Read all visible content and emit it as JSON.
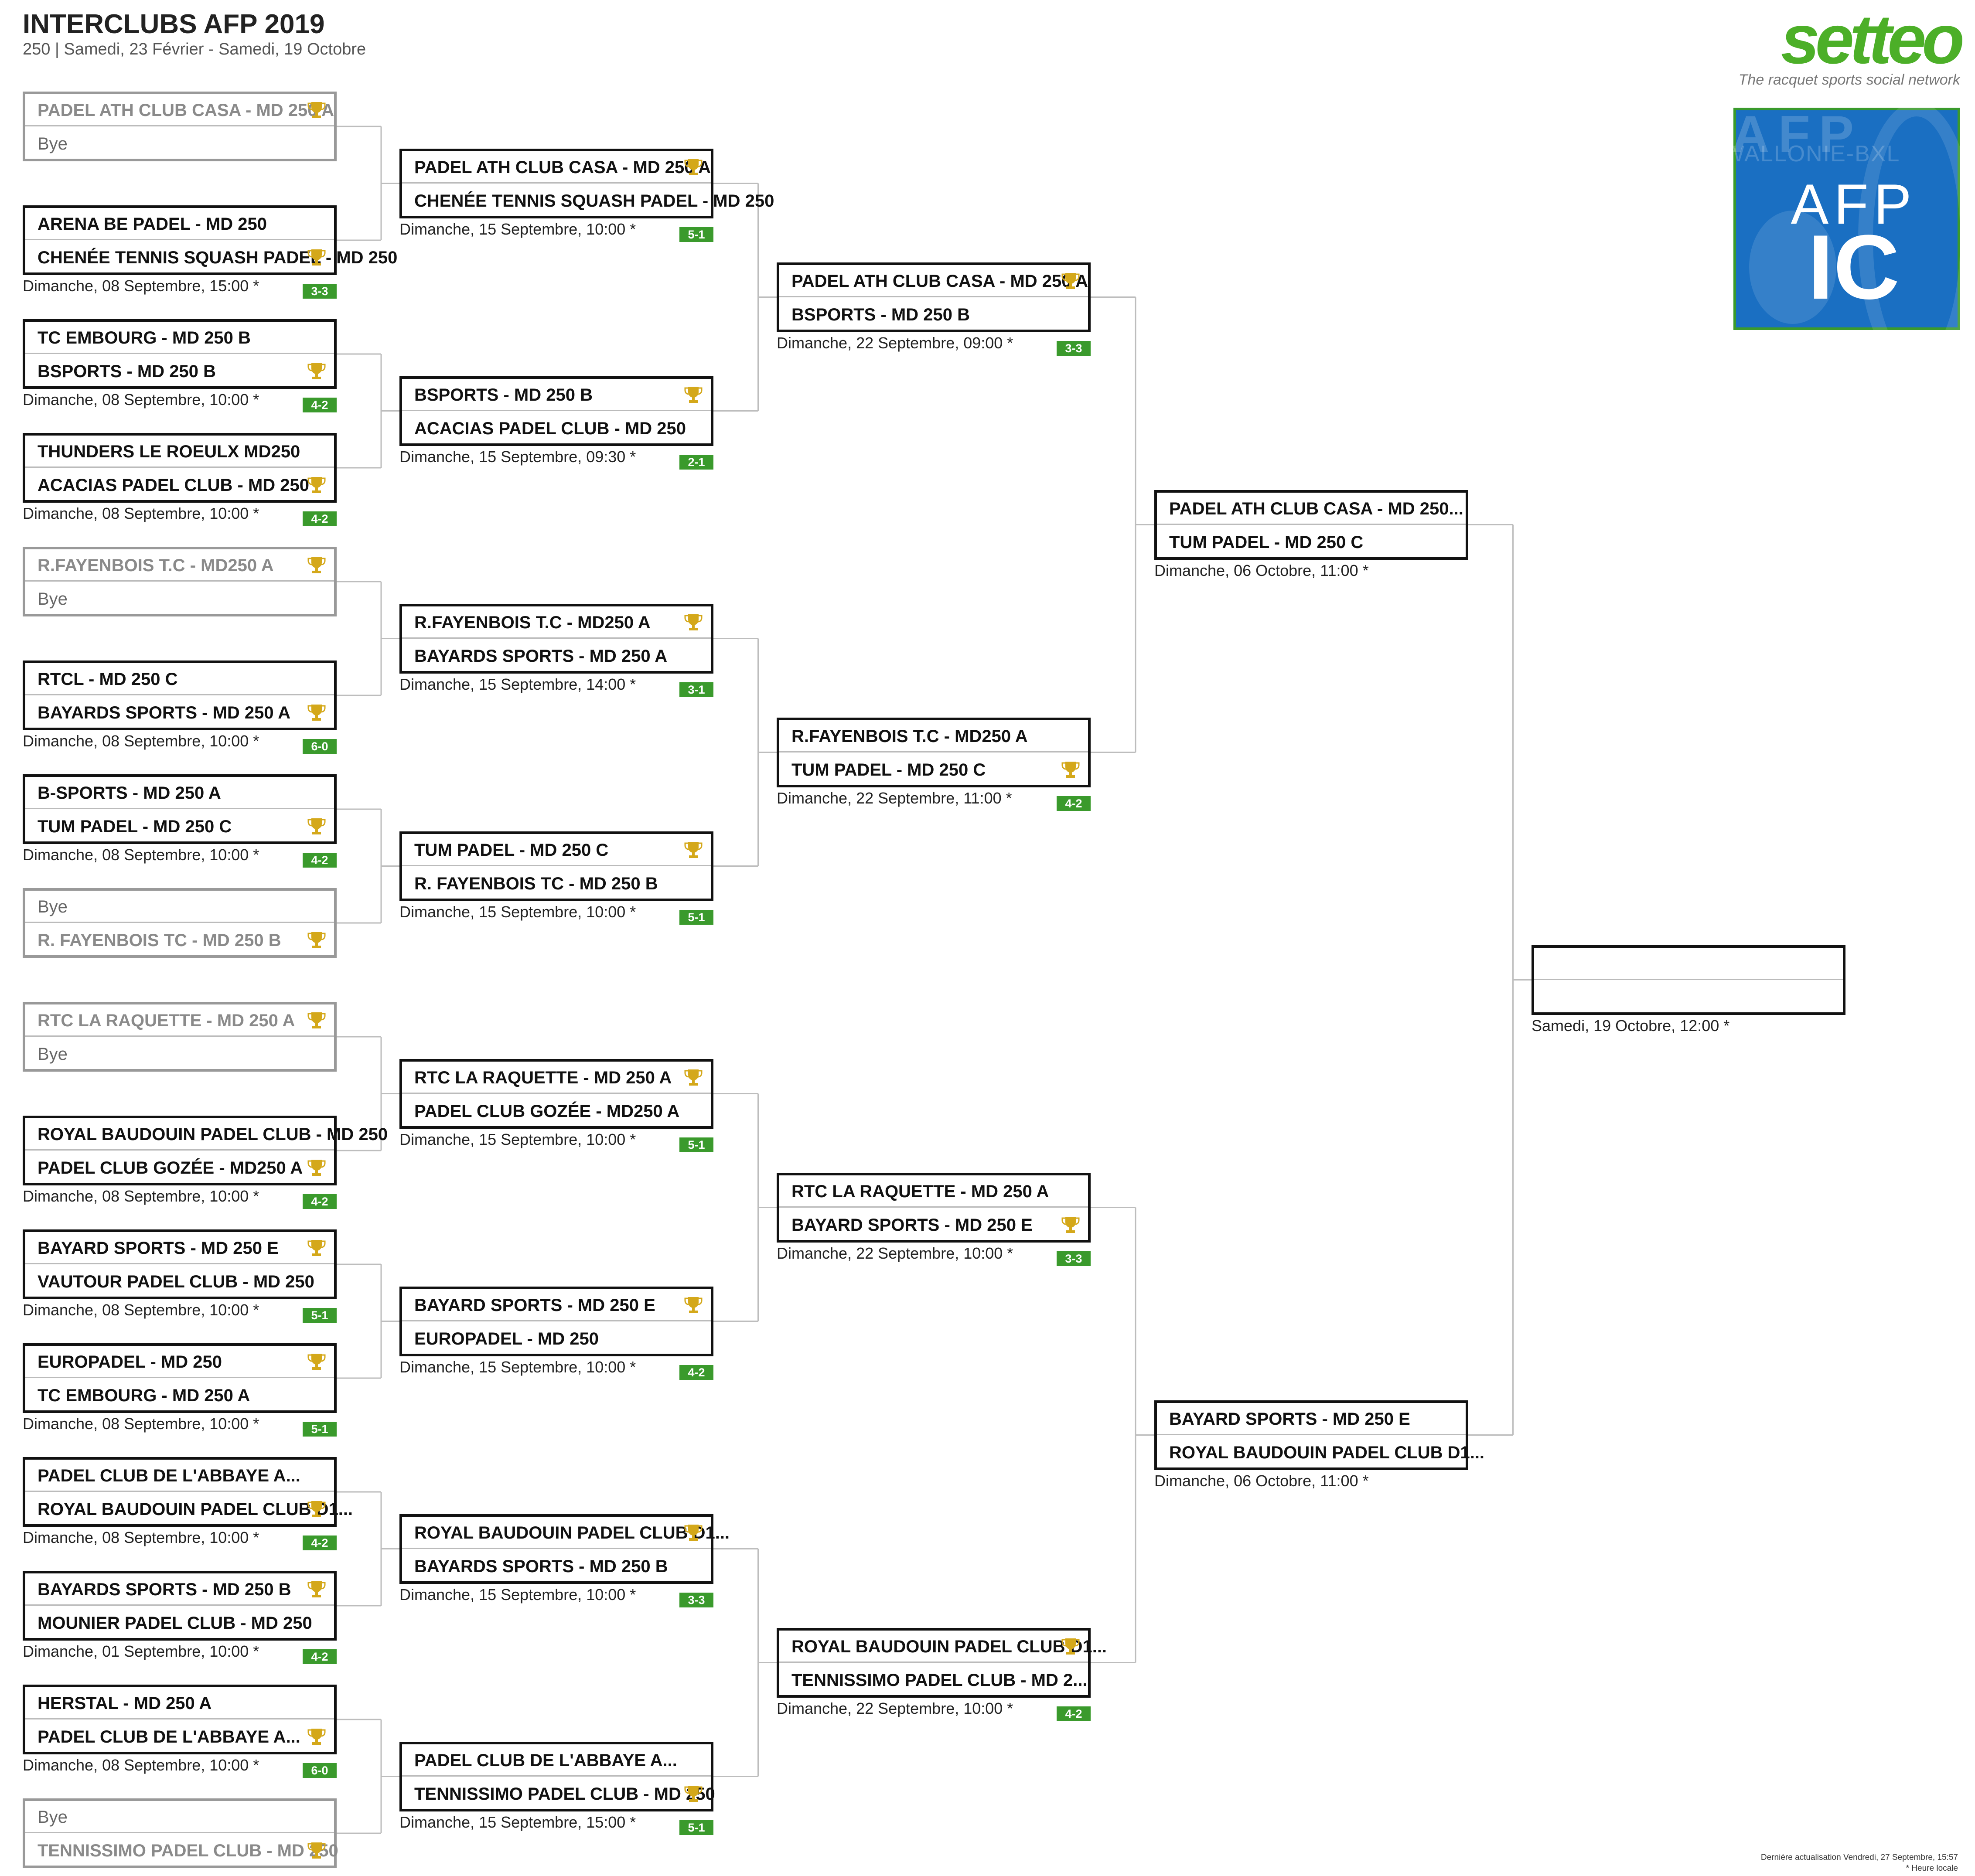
{
  "header": {
    "title": "INTERCLUBS AFP 2019",
    "subtitle": "250 | Samedi, 23 Février - Samedi, 19 Octobre"
  },
  "brand": {
    "logo_text": "setteo",
    "tagline": "The racquet sports social network",
    "afp_logo_bg_text": "AFP",
    "afp_logo_sub_text": "WALLONIE-BXL",
    "afp_logo_line1": "AFP",
    "afp_logo_line2": "IC",
    "accent_color": "#3a9a2c",
    "afp_blue": "#1a6fc2",
    "trophy_color": "#d4a81a"
  },
  "round1": [
    {
      "team1": "PADEL ATH CLUB CASA - MD 250 A",
      "team2": "Bye",
      "winner": 1,
      "bye": true
    },
    {
      "team1": "ARENA BE PADEL - MD 250",
      "team2": "CHENÉE TENNIS SQUASH PADEL - MD 250",
      "winner": 2,
      "date": "Dimanche, 08 Septembre, 15:00 *",
      "score": "3-3"
    },
    {
      "team1": "TC EMBOURG - MD 250 B",
      "team2": "BSPORTS - MD 250 B",
      "winner": 2,
      "date": "Dimanche, 08 Septembre, 10:00 *",
      "score": "4-2"
    },
    {
      "team1": "THUNDERS LE ROEULX MD250",
      "team2": "ACACIAS PADEL CLUB - MD 250",
      "winner": 2,
      "date": "Dimanche, 08 Septembre, 10:00 *",
      "score": "4-2"
    },
    {
      "team1": "R.FAYENBOIS T.C  - MD250 A",
      "team2": "Bye",
      "winner": 1,
      "bye": true
    },
    {
      "team1": "RTCL - MD 250 C",
      "team2": "BAYARDS SPORTS - MD 250 A",
      "winner": 2,
      "date": "Dimanche, 08 Septembre, 10:00 *",
      "score": "6-0"
    },
    {
      "team1": "B-SPORTS - MD 250 A",
      "team2": "TUM PADEL - MD 250 C",
      "winner": 2,
      "date": "Dimanche, 08 Septembre, 10:00 *",
      "score": "4-2"
    },
    {
      "team1": "Bye",
      "team2": "R. FAYENBOIS TC - MD 250 B",
      "winner": 2,
      "bye": true
    },
    {
      "team1": "RTC LA RAQUETTE - MD 250 A",
      "team2": "Bye",
      "winner": 1,
      "bye": true
    },
    {
      "team1": "ROYAL BAUDOUIN PADEL CLUB - MD 250",
      "team2": "PADEL CLUB GOZÉE - MD250 A",
      "winner": 2,
      "date": "Dimanche, 08 Septembre, 10:00 *",
      "score": "4-2"
    },
    {
      "team1": "BAYARD SPORTS - MD 250 E",
      "team2": "VAUTOUR PADEL CLUB - MD 250",
      "winner": 1,
      "date": "Dimanche, 08 Septembre, 10:00 *",
      "score": "5-1"
    },
    {
      "team1": "EUROPADEL - MD 250",
      "team2": "TC EMBOURG  - MD 250 A",
      "winner": 1,
      "date": "Dimanche, 08 Septembre, 10:00 *",
      "score": "5-1"
    },
    {
      "team1": "PADEL CLUB DE L'ABBAYE A...",
      "team2": "ROYAL BAUDOUIN PADEL CLUB D1...",
      "winner": 2,
      "date": "Dimanche, 08 Septembre, 10:00 *",
      "score": "4-2"
    },
    {
      "team1": "BAYARDS SPORTS - MD 250 B",
      "team2": "MOUNIER PADEL CLUB - MD 250",
      "winner": 1,
      "date": "Dimanche, 01 Septembre, 10:00 *",
      "score": "4-2"
    },
    {
      "team1": "HERSTAL - MD 250 A",
      "team2": "PADEL CLUB DE L'ABBAYE A...",
      "winner": 2,
      "date": "Dimanche, 08 Septembre, 10:00 *",
      "score": "6-0"
    },
    {
      "team1": "Bye",
      "team2": "TENNISSIMO PADEL CLUB - MD 250",
      "winner": 2,
      "bye": true
    }
  ],
  "round2": [
    {
      "team1": "PADEL ATH CLUB CASA - MD 250 A",
      "team2": "CHENÉE TENNIS SQUASH PADEL - MD 250",
      "winner": 1,
      "date": "Dimanche, 15 Septembre, 10:00 *",
      "score": "5-1"
    },
    {
      "team1": "BSPORTS - MD 250 B",
      "team2": "ACACIAS PADEL CLUB - MD 250",
      "winner": 1,
      "date": "Dimanche, 15 Septembre, 09:30 *",
      "score": "2-1"
    },
    {
      "team1": "R.FAYENBOIS T.C  - MD250 A",
      "team2": "BAYARDS SPORTS - MD 250 A",
      "winner": 1,
      "date": "Dimanche, 15 Septembre, 14:00 *",
      "score": "3-1"
    },
    {
      "team1": "TUM PADEL - MD 250 C",
      "team2": "R. FAYENBOIS TC - MD 250 B",
      "winner": 1,
      "date": "Dimanche, 15 Septembre, 10:00 *",
      "score": "5-1"
    },
    {
      "team1": "RTC LA RAQUETTE - MD 250 A",
      "team2": "PADEL CLUB GOZÉE - MD250 A",
      "winner": 1,
      "date": "Dimanche, 15 Septembre, 10:00 *",
      "score": "5-1"
    },
    {
      "team1": "BAYARD SPORTS - MD 250 E",
      "team2": "EUROPADEL - MD 250",
      "winner": 1,
      "date": "Dimanche, 15 Septembre, 10:00 *",
      "score": "4-2"
    },
    {
      "team1": "ROYAL BAUDOUIN PADEL CLUB D1...",
      "team2": "BAYARDS SPORTS - MD 250 B",
      "winner": 1,
      "date": "Dimanche, 15 Septembre, 10:00 *",
      "score": "3-3"
    },
    {
      "team1": "PADEL CLUB DE L'ABBAYE A...",
      "team2": "TENNISSIMO PADEL CLUB - MD 250",
      "winner": 2,
      "date": "Dimanche, 15 Septembre, 15:00 *",
      "score": "5-1"
    }
  ],
  "round3": [
    {
      "team1": "PADEL ATH CLUB CASA - MD 250 A",
      "team2": "BSPORTS - MD 250 B",
      "winner": 1,
      "date": "Dimanche, 22 Septembre, 09:00 *",
      "score": "3-3"
    },
    {
      "team1": "R.FAYENBOIS T.C  - MD250 A",
      "team2": "TUM PADEL - MD 250 C",
      "winner": 2,
      "date": "Dimanche, 22 Septembre, 11:00 *",
      "score": "4-2"
    },
    {
      "team1": "RTC LA RAQUETTE - MD 250 A",
      "team2": "BAYARD SPORTS - MD 250 E",
      "winner": 2,
      "date": "Dimanche, 22 Septembre, 10:00 *",
      "score": "3-3"
    },
    {
      "team1": "ROYAL BAUDOUIN PADEL CLUB D1...",
      "team2": "TENNISSIMO PADEL CLUB - MD 2...",
      "winner": 1,
      "date": "Dimanche, 22 Septembre, 10:00 *",
      "score": "4-2"
    }
  ],
  "round4": [
    {
      "team1": "PADEL ATH CLUB CASA - MD 250...",
      "team2": "TUM PADEL - MD 250 C",
      "winner": 0,
      "date": "Dimanche, 06 Octobre, 11:00 *"
    },
    {
      "team1": "BAYARD SPORTS - MD 250 E",
      "team2": "ROYAL BAUDOUIN PADEL CLUB D1...",
      "winner": 0,
      "date": "Dimanche, 06 Octobre, 11:00 *"
    }
  ],
  "round5": [
    {
      "team1": "",
      "team2": "",
      "winner": 0,
      "date": "Samedi, 19 Octobre, 12:00 *"
    }
  ],
  "footer": {
    "updated": "Dernière actualisation Vendredi, 27 Septembre, 15:57",
    "local_time": "* Heure locale"
  }
}
